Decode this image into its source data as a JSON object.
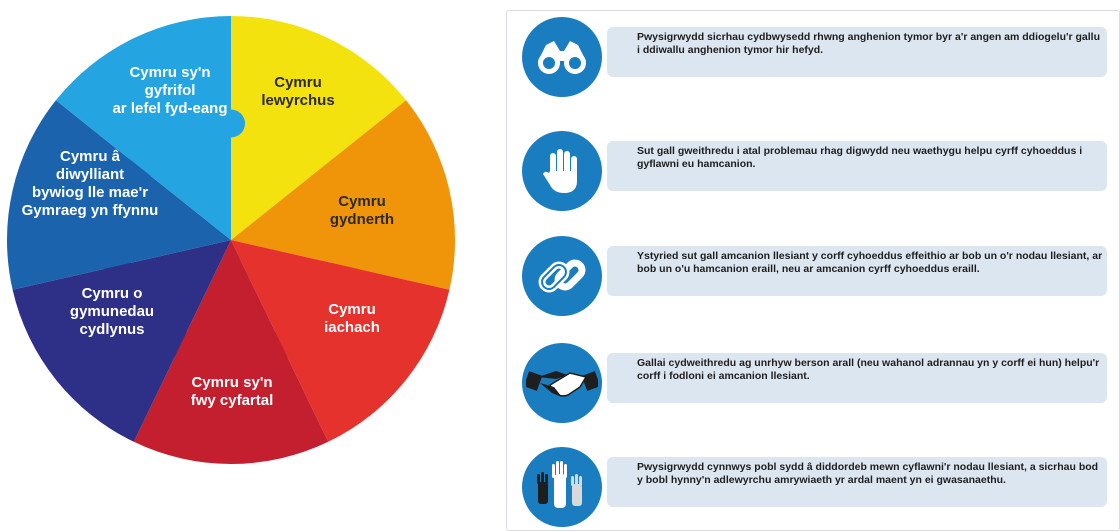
{
  "wheel": {
    "segments": [
      {
        "name": "prosperous",
        "lines": [
          "Cymru",
          "lewyrchus"
        ],
        "color": "#f4e20f",
        "dark": true
      },
      {
        "name": "resilient",
        "lines": [
          "Cymru",
          "gydnerth"
        ],
        "color": "#f0940a",
        "dark": true
      },
      {
        "name": "healthier",
        "lines": [
          "Cymru",
          "iachach"
        ],
        "color": "#e5322d",
        "dark": false
      },
      {
        "name": "equal",
        "lines": [
          "Cymru sy'n",
          "fwy cyfartal"
        ],
        "color": "#c41f2f",
        "dark": false
      },
      {
        "name": "cohesive",
        "lines": [
          "Cymru o",
          "gymunedau",
          "cydlynus"
        ],
        "color": "#2e2f86",
        "dark": false
      },
      {
        "name": "culture",
        "lines": [
          "Cymru â",
          "diwylliant",
          "bywiog lle mae'r",
          "Gymraeg yn ffynnu"
        ],
        "color": "#1b64ad",
        "dark": false
      },
      {
        "name": "global",
        "lines": [
          "Cymru sy'n",
          "gyfrifol",
          "ar lefel fyd-eang"
        ],
        "color": "#24a4e1",
        "dark": false
      }
    ]
  },
  "ways": [
    {
      "icon": "binoculars-icon",
      "text": "Pwysigrwydd sicrhau cydbwysedd rhwng anghenion tymor byr a'r angen am ddiogelu'r gallu i ddiwallu anghenion tymor hir hefyd."
    },
    {
      "icon": "hand-icon",
      "text": "Sut gall gweithredu i atal problemau rhag digwydd neu waethygu helpu cyrff cyhoeddus i gyflawni eu hamcanion."
    },
    {
      "icon": "chain-link-icon",
      "text": "Ystyried sut gall amcanion llesiant y corff cyhoeddus effeithio ar bob un o'r nodau llesiant,  ar bob un o'u hamcanion eraill, neu ar amcanion cyrff cyhoeddus eraill."
    },
    {
      "icon": "handshake-icon",
      "text": "Gallai cydweithredu ag unrhyw berson arall (neu wahanol adrannau yn y corff ei hun) helpu'r corff i fodloni ei amcanion llesiant."
    },
    {
      "icon": "raised-hands-icon",
      "text": "Pwysigrwydd cynnwys pobl sydd â diddordeb mewn cyflawni'r nodau llesiant, a sicrhau bod y bobl hynny'n adlewyrchu amrywiaeth yr ardal maent yn ei gwasanaethu."
    }
  ]
}
